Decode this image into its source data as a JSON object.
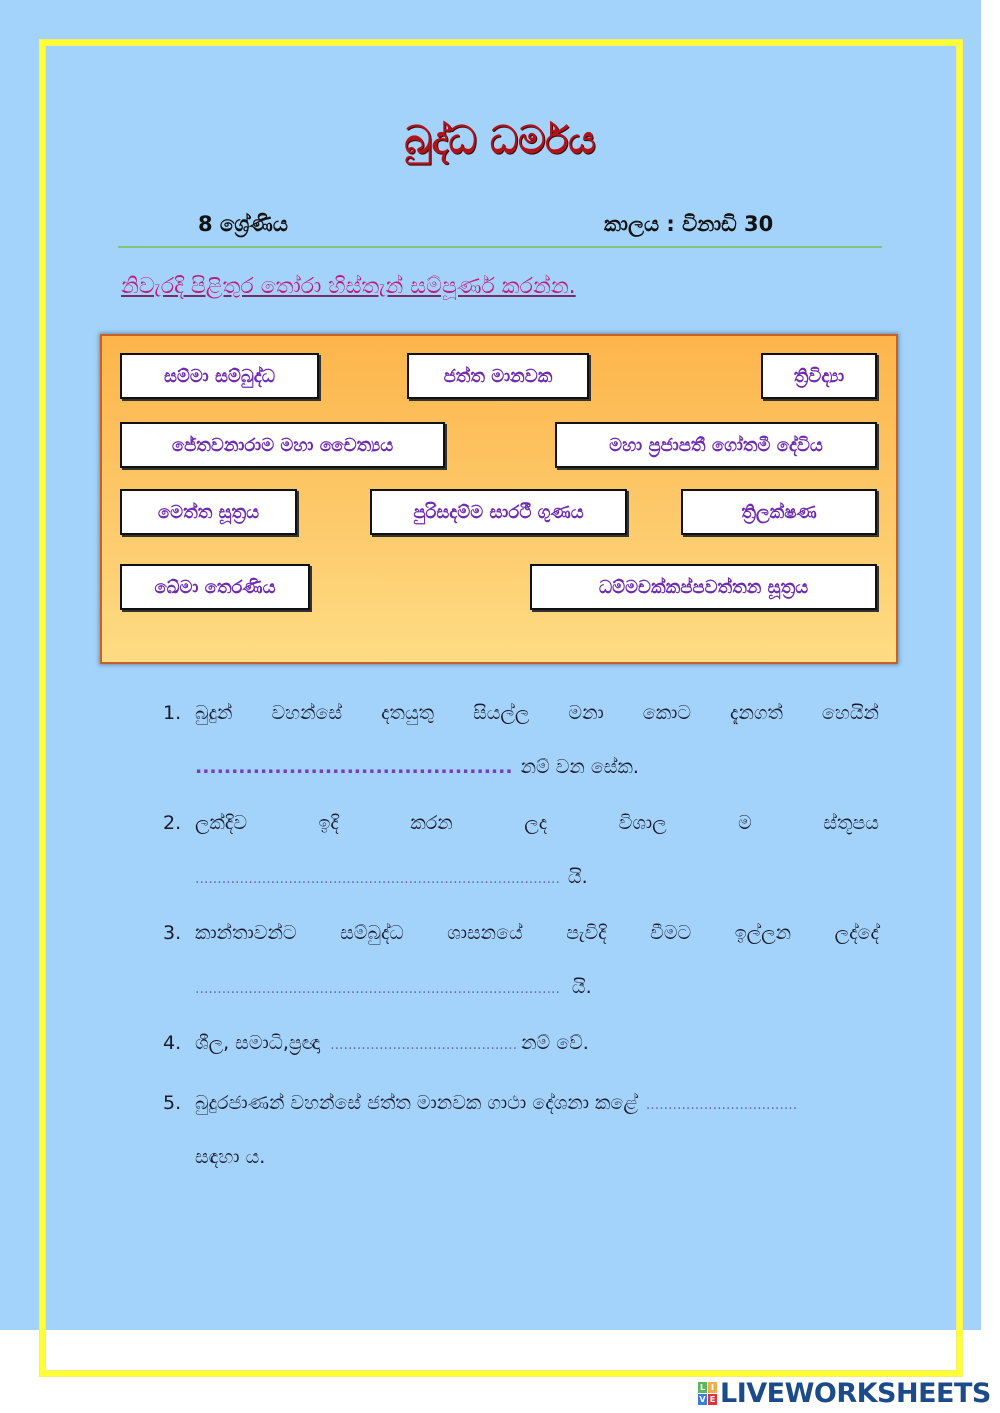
{
  "worksheet": {
    "title": "බුද්ධ ධර්මය",
    "grade": "8 ශ්‍රේණිය",
    "time": "කාලය : විනාඩි 30",
    "instruction": "නිවැරදි පිළිතුර තෝරා හිස්තැන් සම්පූර්ණ කරන්න."
  },
  "word_bank": {
    "words": [
      {
        "label": "සම්මා සම්බුද්ධ"
      },
      {
        "label": "ජත්ත මානවක"
      },
      {
        "label": "ත්‍රිවිද්‍යා"
      },
      {
        "label": "ජේතවනාරාම මහා චෛත්‍යය"
      },
      {
        "label": "මහා ප්‍රජාපතී ගෝතමී දේවිය"
      },
      {
        "label": "මෙත්ත සූත්‍රය"
      },
      {
        "label": "පුරිසදම්ම සාරථී ගුණය"
      },
      {
        "label": "ත්‍රිලක්ෂණ"
      },
      {
        "label": "ඛේමා තෙරණිය"
      },
      {
        "label": "ධම්මචක්කප්පවත්තන සූත්‍රය"
      }
    ]
  },
  "questions": [
    {
      "number": "1.",
      "line1_words": [
        "බුදුන්",
        "වහන්සේ",
        "දතයුතු",
        "සියල්ල",
        "මනා",
        "කොට",
        "දැනගත්",
        "හෙයින්"
      ],
      "blank": "............................................",
      "line2_suffix": "නම් වන සේක."
    },
    {
      "number": "2.",
      "line1_words": [
        "ලක්දිව",
        "ඉදි",
        "කරන",
        "ලද",
        "විශාල",
        "ම",
        "ස්තූපය"
      ],
      "blank": "..................................................................................",
      "line2_suffix": "යි."
    },
    {
      "number": "3.",
      "line1_words": [
        "කාන්තාවන්ට",
        "සම්බුද්ධ",
        "ශාසනයේ",
        "පැවිදි",
        "වීමට",
        "ඉල්ලන",
        "ලද්දේ"
      ],
      "blank": "..................................................................................",
      "line2_suffix": "යි."
    },
    {
      "number": "4.",
      "prefix": "ශීල, සමාධි,ප්‍රඥා",
      "blank": "..........................................",
      "suffix": "නම් වේ."
    },
    {
      "number": "5.",
      "prefix": "බුදුරජාණන් වහන්සේ ජත්ත මානවක ගාථා දේශනා කළේ",
      "blank": "..................................",
      "line2_suffix": "සඳහා ය."
    }
  ],
  "branding": {
    "logo_text": "LIVEWORKSHEETS",
    "logo_tiles": [
      "L",
      "I",
      "V",
      "E"
    ],
    "logo_tile_colors": [
      "#5cb85c",
      "#f0ad4e",
      "#3b7dd8",
      "#d9363e"
    ]
  },
  "colors": {
    "page_background": "#a3d2fb",
    "frame_border": "#ffff33",
    "title": "#b0141a",
    "instruction": "#c2187a",
    "word_text": "#6f2bb0",
    "word_bank_bg": "#fdb54b",
    "divider": "#7ec77a"
  }
}
